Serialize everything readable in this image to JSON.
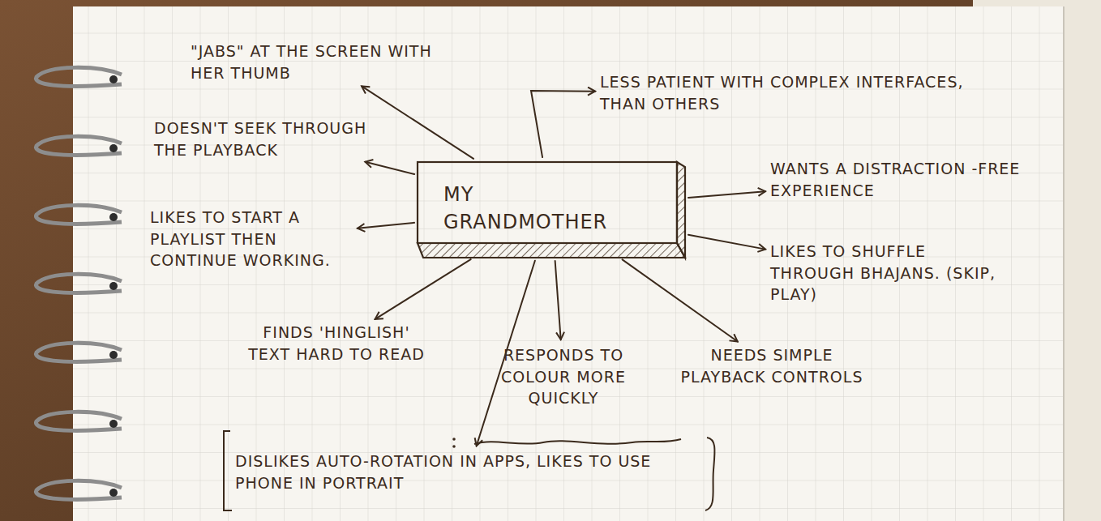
{
  "diagram": {
    "nodes": [
      {
        "text": [
          "MY GRANDMOTHER"
        ]
      },
      {
        "text": [
          "\"JABS\" AT THE SCREEN WITH HER THUMB"
        ]
      },
      {
        "text": [
          "LESS PATIENT WITH COMPLEX INTERFACES, THAN OTHERS"
        ]
      },
      {
        "text": [
          "DOESN'T SEEK THROUGH THE PLAYBACK"
        ]
      },
      {
        "text": [
          "WANTS A DISTRACTION -FREE EXPERIENCE"
        ]
      },
      {
        "text": [
          "LIKES TO START A PLAYLIST THEN CONTINUE WORKING."
        ]
      },
      {
        "text": [
          "LIKES TO SHUFFLE THROUGH BHAJANS. (SKIP, PLAY)"
        ]
      },
      {
        "text": [
          "FINDS 'HINGLISH' TEXT HARD TO READ"
        ]
      },
      {
        "text": [
          "RESPONDS TO COLOUR MORE QUICKLY"
        ]
      },
      {
        "text": [
          "NEEDS SIMPLE PLAYBACK CONTROLS"
        ]
      },
      {
        "text": [
          "DISLIKES AUTO-ROTATION IN APPS, LIKES TO USE PHONE IN PORTRAIT"
        ]
      }
    ],
    "edges": [
      {
        "from": 0,
        "to": 1,
        "arrow": "to"
      },
      {
        "from": 0,
        "to": 2,
        "arrow": "to"
      },
      {
        "from": 0,
        "to": 3,
        "arrow": "to"
      },
      {
        "from": 0,
        "to": 4,
        "arrow": "to"
      },
      {
        "from": 0,
        "to": 5,
        "arrow": "to"
      },
      {
        "from": 0,
        "to": 6,
        "arrow": "to"
      },
      {
        "from": 0,
        "to": 7,
        "arrow": "to"
      },
      {
        "from": 0,
        "to": 8,
        "arrow": "to"
      },
      {
        "from": 0,
        "to": 9,
        "arrow": "to"
      },
      {
        "from": 0,
        "to": 10,
        "arrow": "to"
      }
    ]
  }
}
